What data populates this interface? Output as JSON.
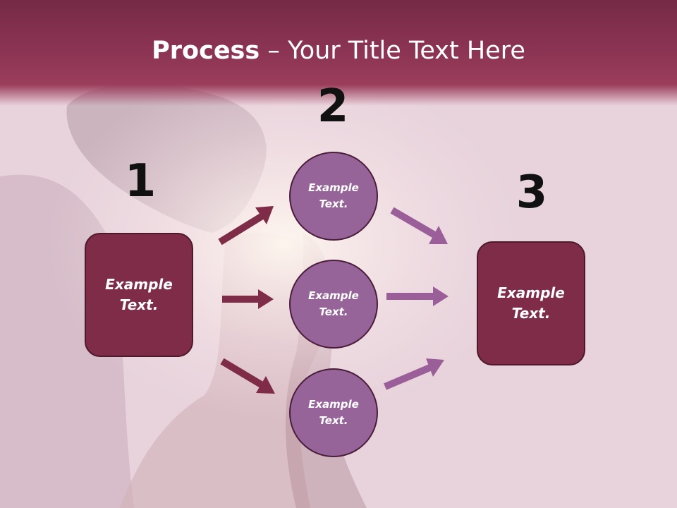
{
  "slide": {
    "title_bold": "Process",
    "title_rest": " – Your Title Text Here"
  },
  "steps": [
    {
      "number": "1",
      "line1": "Example",
      "line2": "Text."
    },
    {
      "number": "2"
    },
    {
      "number": "3",
      "line1": "Example",
      "line2": "Text."
    }
  ],
  "circles": [
    {
      "line1": "Example",
      "line2": "Text."
    },
    {
      "line1": "Example",
      "line2": "Text."
    },
    {
      "line1": "Example",
      "line2": "Text."
    }
  ],
  "colors": {
    "box_fill": "#7e2c47",
    "circle_fill": "#97649a",
    "arrow_left": "#7e2c47",
    "arrow_right": "#9a5f98"
  }
}
